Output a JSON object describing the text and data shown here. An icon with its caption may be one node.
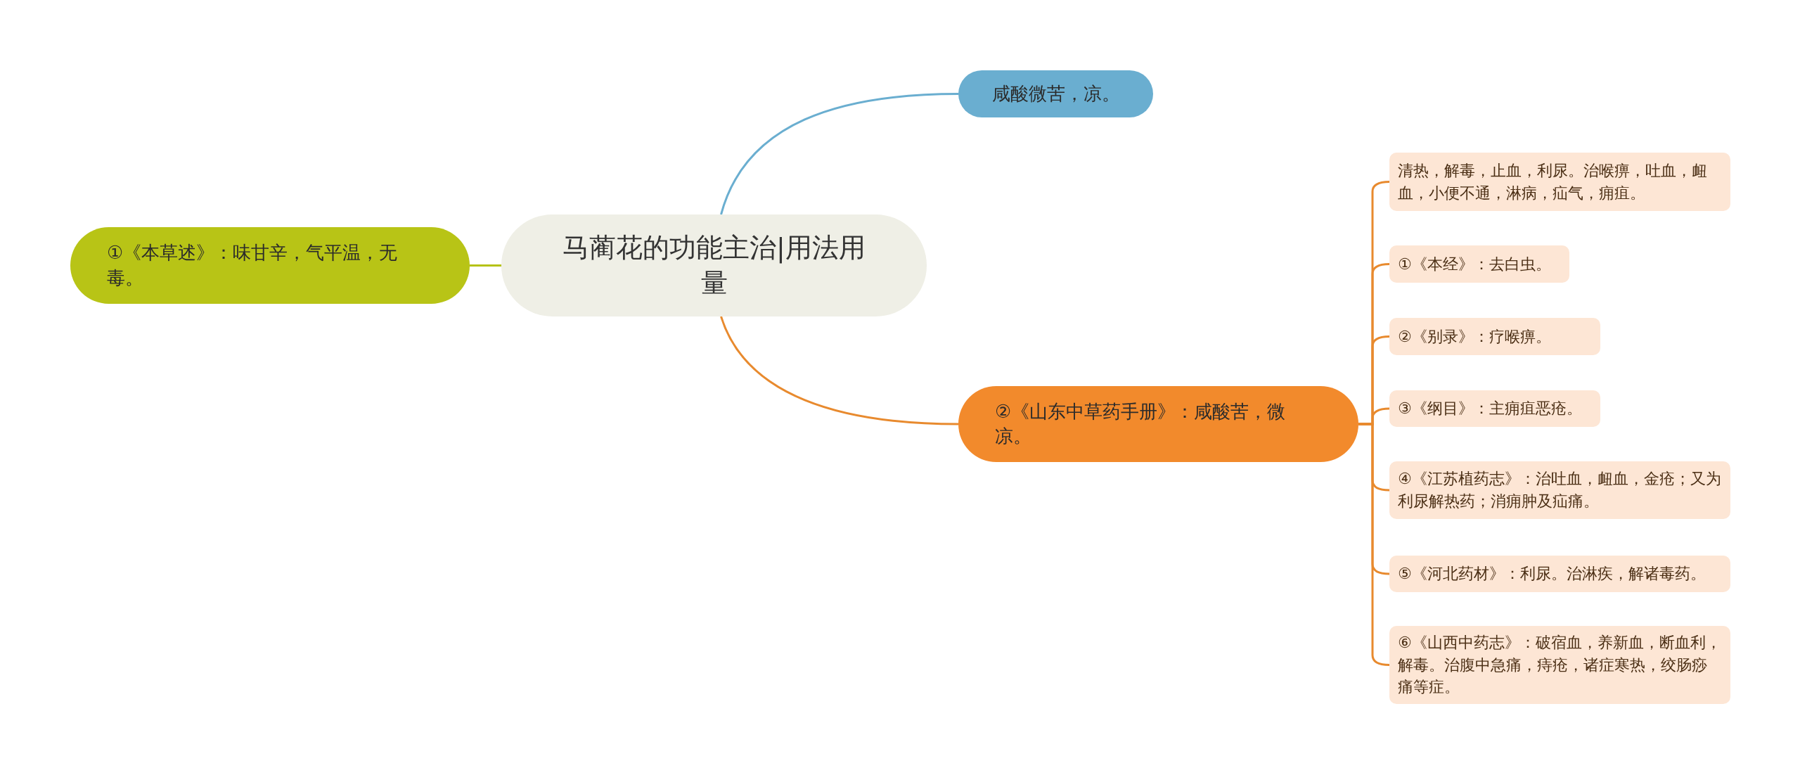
{
  "diagram": {
    "nodes": [
      {
        "text": [
          "马蔺花的功能主治|用法用量"
        ]
      },
      {
        "text": [
          "咸酸微苦，凉。"
        ]
      },
      {
        "text": [
          "①《本草述》：味甘辛，气平温，无毒。"
        ]
      },
      {
        "text": [
          "②《山东中草药手册》：咸酸苦，微凉。"
        ]
      },
      {
        "text": [
          "清热，解毒，止血，利尿。治喉痹，吐血，衄血，小便不通，淋病，疝气，痈疽。"
        ]
      },
      {
        "text": [
          "①《本经》：去白虫。"
        ]
      },
      {
        "text": [
          "②《别录》：疗喉痹。"
        ]
      },
      {
        "text": [
          "③《纲目》：主痈疽恶疮。"
        ]
      },
      {
        "text": [
          "④《江苏植药志》：治吐血，衄血，金疮；又为利尿解热药；消痈肿及疝痛。"
        ]
      },
      {
        "text": [
          "⑤《河北药材》：利尿。治淋疾，解诸毒药。"
        ]
      },
      {
        "text": [
          "⑥《山西中药志》：破宿血，养新血，断血利，解毒。治腹中急痛，痔疮，诸症寒热，绞肠痧痛等症。"
        ]
      }
    ],
    "edges": [
      {
        "from": 0,
        "to": 1,
        "arrow": "none",
        "color": "#6aaed0"
      },
      {
        "from": 0,
        "to": 2,
        "arrow": "none",
        "color": "#b5c216"
      },
      {
        "from": 0,
        "to": 3,
        "arrow": "none"
      },
      {
        "from": 3,
        "to": 4,
        "arrow": "none"
      },
      {
        "from": 3,
        "to": 5,
        "arrow": "none"
      },
      {
        "from": 3,
        "to": 6,
        "arrow": "none"
      },
      {
        "from": 3,
        "to": 7,
        "arrow": "none"
      },
      {
        "from": 3,
        "to": 8,
        "arrow": "none"
      },
      {
        "from": 3,
        "to": 9,
        "arrow": "none"
      },
      {
        "from": 3,
        "to": 10,
        "arrow": "none"
      }
    ]
  }
}
